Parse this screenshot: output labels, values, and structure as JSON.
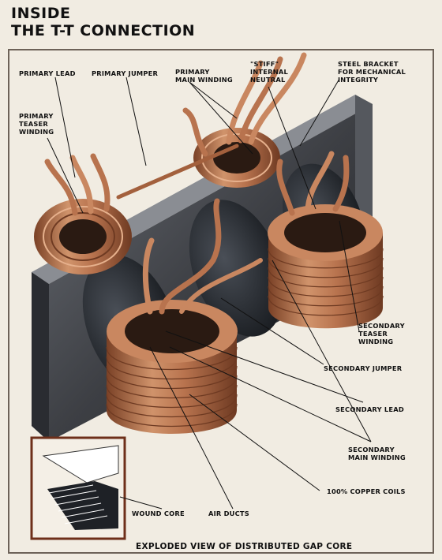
{
  "title": {
    "line1": "INSIDE",
    "line2": "THE T-T CONNECTION"
  },
  "labels": {
    "primary_lead": "PRIMARY LEAD",
    "primary_jumper": "PRIMARY JUMPER",
    "primary_main_winding": "PRIMARY\nMAIN WINDING",
    "stiff_internal_neutral": "\"STIFF\"\nINTERNAL\nNEUTRAL",
    "steel_bracket": "STEEL BRACKET\nFOR MECHANICAL\nINTEGRITY",
    "primary_teaser_winding": "PRIMARY\nTEASER\nWINDING",
    "secondary_teaser_winding": "SECONDARY\nTEASER\nWINDING",
    "secondary_jumper": "SECONDARY JUMPER",
    "secondary_lead": "SECONDARY LEAD",
    "secondary_main_winding": "SECONDARY\nMAIN WINDING",
    "copper_coils": "100% COPPER COILS",
    "wound_core": "WOUND CORE",
    "air_ducts": "AIR DUCTS"
  },
  "caption": "EXPLODED VIEW OF DISTRIBUTED GAP CORE",
  "colors": {
    "background": "#f1ece2",
    "frame": "#6d6258",
    "copper": "#b8734e",
    "copper_light": "#e6b08c",
    "copper_dark": "#6e3a22",
    "steel": "#3d3f44",
    "core": "#22262c",
    "leader": "#111111"
  }
}
